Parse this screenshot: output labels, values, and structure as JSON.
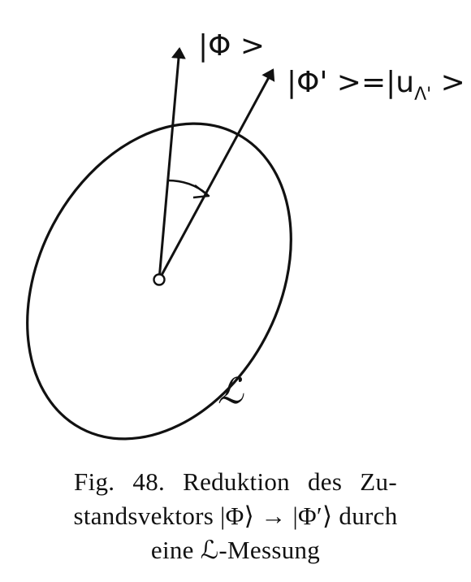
{
  "diagram": {
    "vector_phi_label": "|Φ >",
    "vector_phi_prime_label": "|Φ' >=|u",
    "vector_phi_prime_subscript": "Λ'",
    "vector_phi_prime_close": " >",
    "ellipse_label": "ℒ"
  },
  "caption": {
    "line1": "Fig. 48.  Reduktion des Zu-",
    "line2": "standsvektors |Φ⟩ → |Φ′⟩ durch",
    "line3": "eine ℒ-Messung"
  }
}
